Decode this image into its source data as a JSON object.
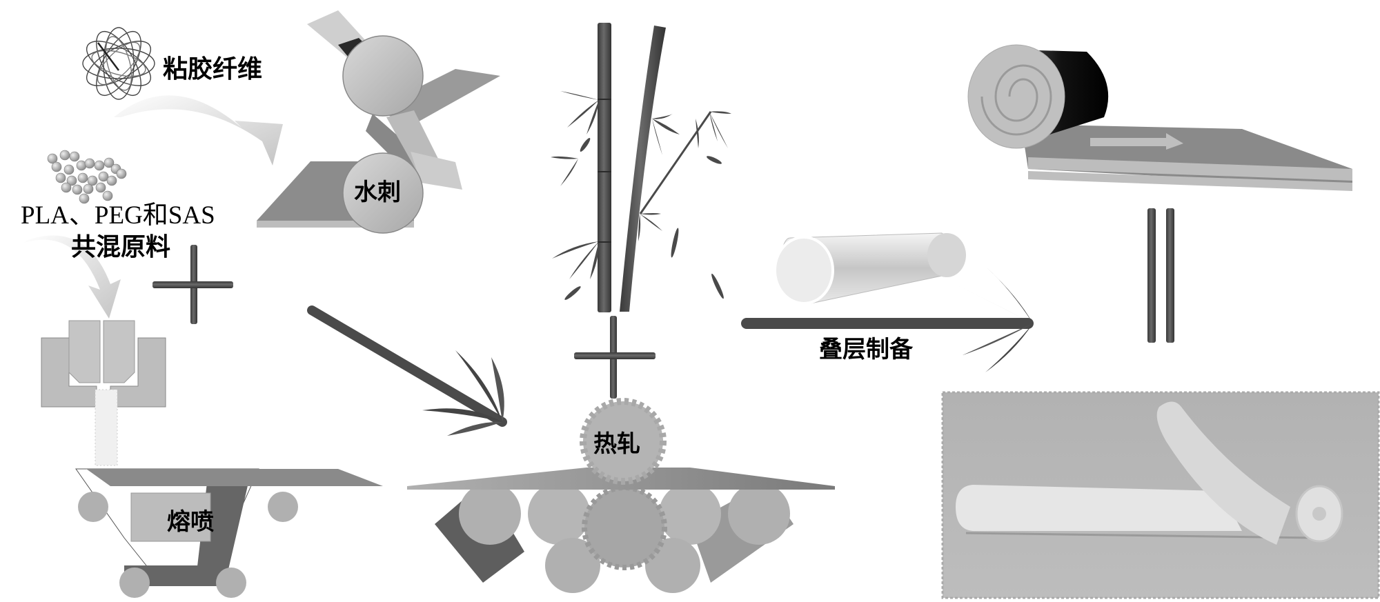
{
  "figure": {
    "type": "process-schematic",
    "theme": "grayscale",
    "colors": {
      "background": "#ffffff",
      "dark_rod": "#4a4a4a",
      "mid_gray": "#8a8a8a",
      "light_gray": "#c8c8c8",
      "photo_bg": "#b4b4b4",
      "text": "#000000"
    }
  },
  "raw_materials": {
    "viscose_label": "粘胶纤维",
    "blend_label_line1": "PLA、PEG和SAS",
    "blend_label_line2": "共混原料"
  },
  "processes": {
    "spunlace": "水刺",
    "meltblown": "熔喷",
    "hot_rolling": "热轧",
    "laminate": "叠层制备"
  },
  "symbols": {
    "plus": "+",
    "equals": "="
  }
}
